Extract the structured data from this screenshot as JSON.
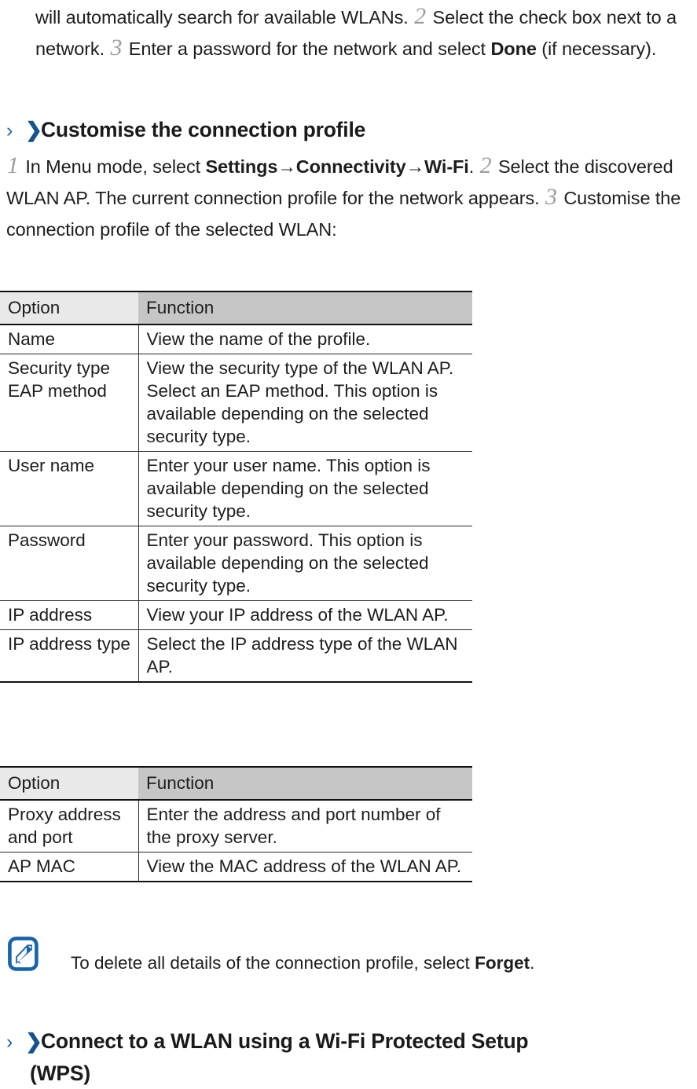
{
  "document": {
    "intro_paragraph": {
      "text_before_2": "will automatically search for available WLANs.",
      "step2": "2",
      "text_after_2": "Select the check box next to a network.",
      "step3": "3",
      "text_after_3": "Enter a password for the network and select",
      "bold_done": "Done",
      "text_tail": "(if necessary)."
    },
    "heading_customise": {
      "chevron_thin": "›",
      "chevron_bold": "❯",
      "title": "Customise the connection profile"
    },
    "body_customise": {
      "step1": "1",
      "text1": "In Menu mode, select",
      "bold_settings": "Settings",
      "arrow1": "→",
      "bold_connectivity": "Connectivity",
      "arrow2": "→",
      "bold_wifi": "Wi-Fi",
      "period": ".",
      "step2": "2",
      "text2": "Select the discovered WLAN AP. The current connection profile for the network appears.",
      "step3": "3",
      "text3": "Customise the connection profile of the selected WLAN:"
    },
    "table_profile": {
      "headers": [
        "Option",
        "Function"
      ],
      "rows": [
        {
          "option": "Name",
          "function": "View the name of the profile.",
          "align": "top"
        },
        {
          "option": "Security type EAP method",
          "function": "View the security type of the WLAN AP. Select an EAP method. This option is available depending on the selected security type.",
          "align": "top"
        },
        {
          "option": "User name",
          "function": "Enter your user name. This option is available depending on the selected security type.",
          "align": "middle"
        },
        {
          "option": "Password",
          "function": "Enter your password. This option is available depending on the selected security type.",
          "align": "middle"
        },
        {
          "option": "IP address",
          "function": "View your IP address of the WLAN AP.",
          "align": "middle"
        },
        {
          "option": "IP address type",
          "function": "Select the IP address type of the WLAN AP.",
          "align": "top"
        }
      ]
    },
    "table_profile2": {
      "headers": [
        "Option",
        "Function"
      ],
      "rows": [
        {
          "option": "Proxy address and port",
          "function": "Enter the address and port number of the proxy server.",
          "align": "top"
        },
        {
          "option": "AP MAC",
          "function": "View the MAC address of the WLAN AP.",
          "align": "middle"
        }
      ]
    },
    "note": {
      "icon": "note-pen-icon",
      "text_before": "To delete all details of the connection profile, select",
      "bold_forget": "Forget",
      "text_after": "."
    },
    "heading_wps": {
      "chevron_thin": "›",
      "chevron_bold": "❯",
      "title_line1": "Connect to a WLAN using a Wi-Fi Protected Setup",
      "title_line2": "(WPS)"
    }
  },
  "colors": {
    "chevron_thin": "#1f5fa8",
    "chevron_bold": "#14538f",
    "note_icon": "#1763ab",
    "header_option_bg": "#e9e9e9",
    "header_function_bg": "#c6c6c6",
    "step_number": "#9d9d9d",
    "text": "#1d1d1d"
  }
}
